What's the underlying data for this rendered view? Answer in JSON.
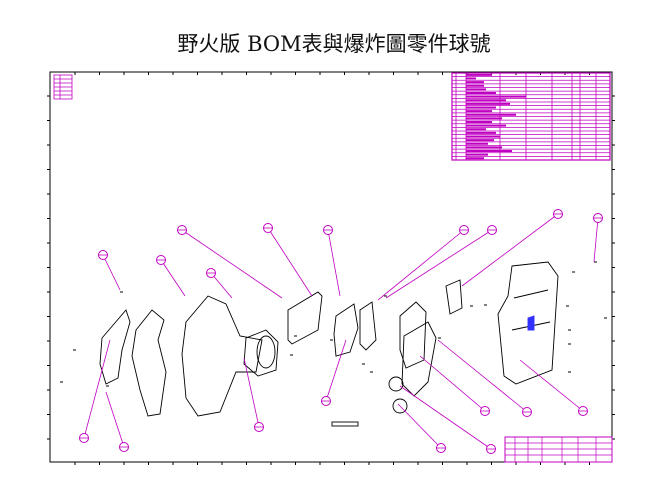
{
  "title": "野火版 BOM表與爆炸圖零件球號",
  "colors": {
    "annotation": "#c000c0",
    "lines": "#000000",
    "highlight": "#3030ff"
  },
  "bom_table": {
    "rows": 24,
    "columns": 9
  },
  "title_block": {
    "rows": 4
  },
  "balloon_count": 19
}
